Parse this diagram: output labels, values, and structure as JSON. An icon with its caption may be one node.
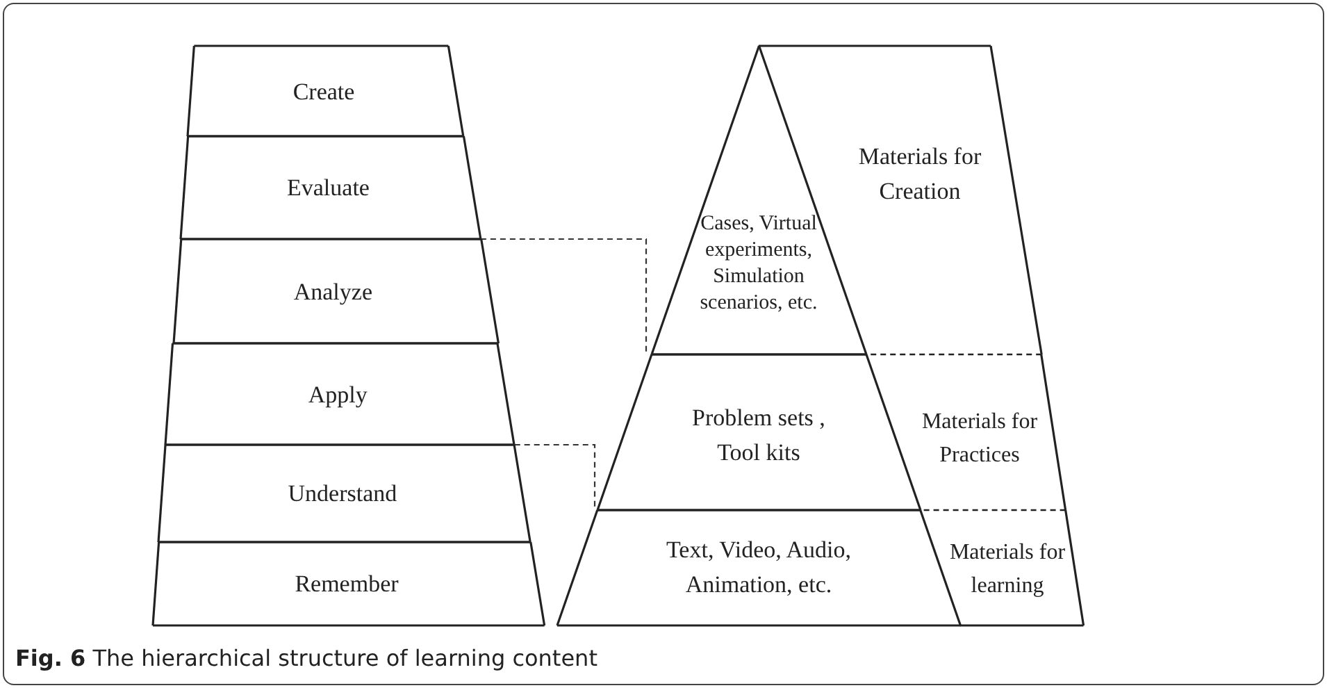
{
  "diagram": {
    "caption": "**Fig. 6** The hierarchical structure of learning content",
    "nodes": [
      {
        "text": [
          "Create"
        ]
      },
      {
        "text": [
          "Evaluate"
        ]
      },
      {
        "text": [
          "Analyze"
        ]
      },
      {
        "text": [
          "Apply"
        ]
      },
      {
        "text": [
          "Understand"
        ]
      },
      {
        "text": [
          "Remember"
        ]
      },
      {
        "text": [
          "Cases, Virtual experiments, Simulation scenarios, etc."
        ]
      },
      {
        "text": [
          "Materials for Creation"
        ]
      },
      {
        "text": [
          "Problem sets , Tool kits"
        ]
      },
      {
        "text": [
          "Materials for Practices"
        ]
      },
      {
        "text": [
          "Text, Video, Audio, Animation, etc."
        ]
      },
      {
        "text": [
          "Materials for learning"
        ]
      }
    ]
  }
}
